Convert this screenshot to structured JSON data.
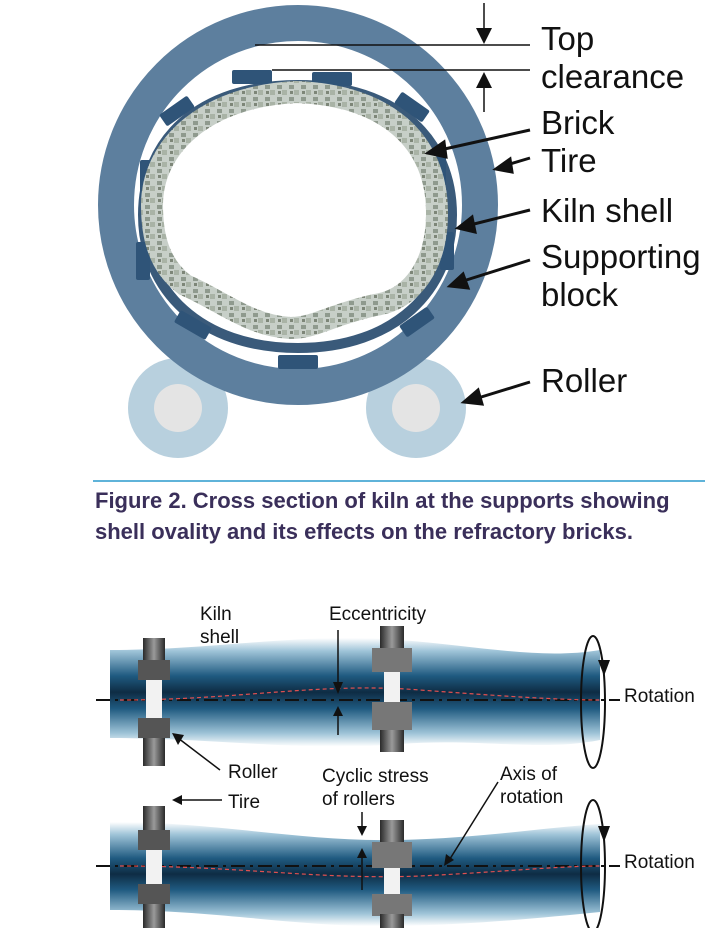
{
  "figure1": {
    "labels": {
      "top_clearance_line1": "Top",
      "top_clearance_line2": "clearance",
      "brick": "Brick",
      "tire": "Tire",
      "kiln_shell": "Kiln shell",
      "supporting_block_line1": "Supporting",
      "supporting_block_line2": "block",
      "roller": "Roller"
    },
    "caption": "Figure 2. Cross section of kiln at the supports showing shell ovality and its effects on the refractory bricks."
  },
  "figure2": {
    "labels": {
      "kiln_shell_line1": "Kiln",
      "kiln_shell_line2": "shell",
      "eccentricity": "Eccentricity",
      "rotation_top": "Rotation",
      "roller": "Roller",
      "tire": "Tire",
      "cyclic_stress_line1": "Cyclic stress",
      "cyclic_stress_line2": "of rollers",
      "axis_line1": "Axis of",
      "axis_line2": "rotation",
      "rotation_bottom": "Rotation"
    }
  },
  "colors": {
    "tire": "#5d7f9e",
    "shell": "#3a5a7a",
    "block": "#2f5478",
    "brick": "#b8c4bd",
    "roller": "#b8d0de",
    "roller_hub": "#e4e4e4",
    "caption": "#3a2f5a",
    "rule": "#5fb3d9",
    "kiln_blue": "#2c6a92"
  }
}
